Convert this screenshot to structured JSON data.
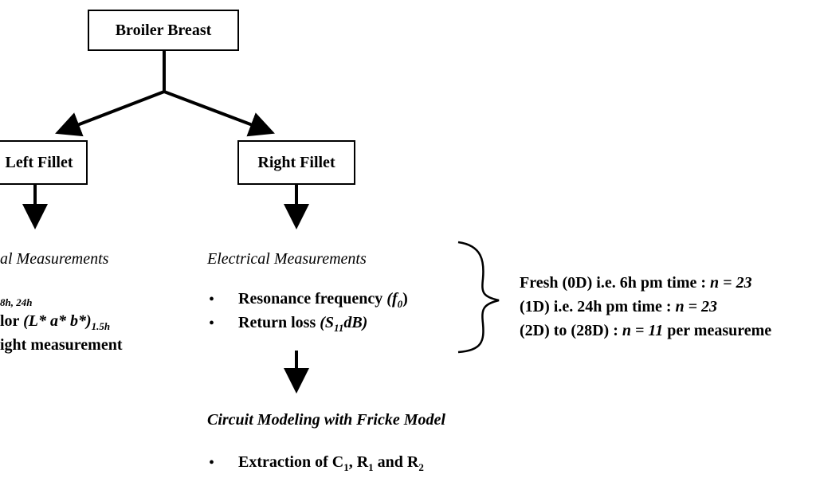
{
  "nodes": {
    "root": "Broiler Breast",
    "left": "Left Fillet",
    "right": "Right Fillet"
  },
  "left_branch": {
    "heading": "al Measurements",
    "sub_line": "8h, 24h",
    "color_prefix": "lor",
    "color_vars": "(L* a* b*)",
    "color_sub": "1.5h",
    "weight_line": "ight measurement"
  },
  "electrical": {
    "heading": "Electrical Measurements",
    "bullet1_label": "Resonance frequency",
    "bullet1_sym": "(f",
    "bullet1_sub": "0",
    "bullet1_close": ")",
    "bullet2_label": "Return loss",
    "bullet2_sym": "(S",
    "bullet2_sub": "11",
    "bullet2_unit": "dB)"
  },
  "groups": {
    "g1_label": "Fresh  (0D)  i.e.  6h pm time :",
    "g1_n": "n = 23",
    "g2_label": "(1D) i.e.  24h pm time :",
    "g2_n": "n = 23",
    "g3_label": "(2D) to (28D) :",
    "g3_n": "n = 11",
    "g3_tail": "per measureme"
  },
  "circuit": {
    "heading": "Circuit Modeling with Fricke Model",
    "bullet_prefix": "Extraction  of C",
    "c_sub": "1",
    "r1": ", R",
    "r1_sub": "1",
    "and": " and R",
    "r2_sub": "2"
  },
  "bullet_char": "•"
}
